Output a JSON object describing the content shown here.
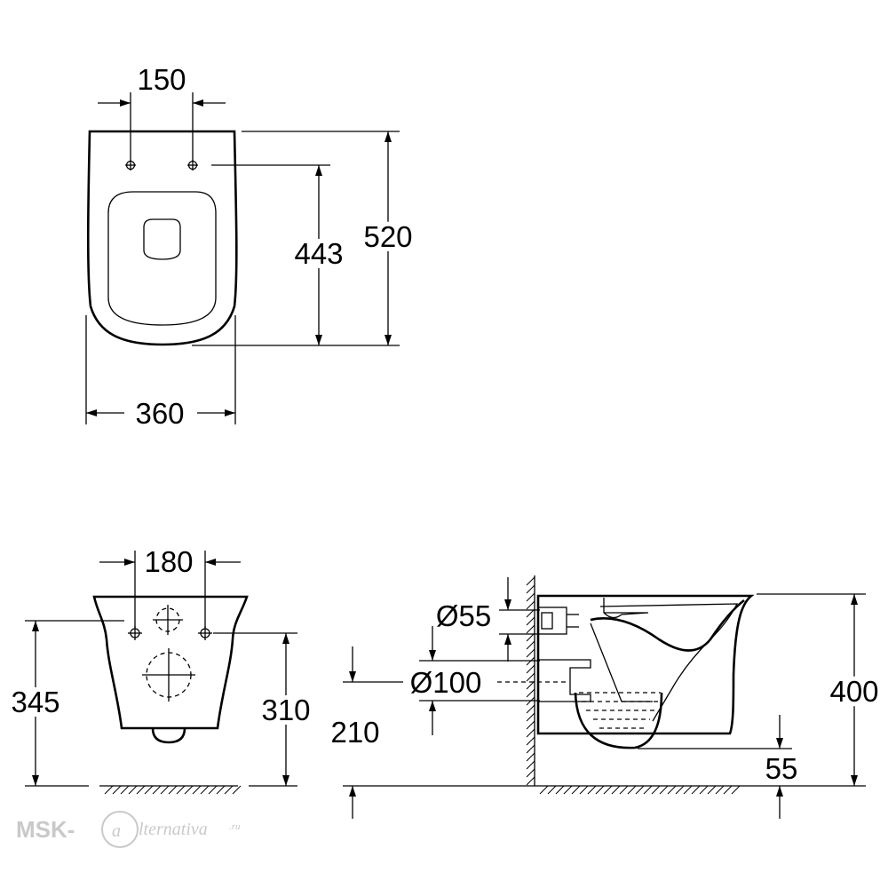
{
  "top_view": {
    "dim_bolt_spacing": "150",
    "dim_bolt_to_front": "443",
    "dim_length": "520",
    "dim_width": "360"
  },
  "back_view": {
    "dim_bolt_spacing": "180",
    "dim_height_total": "345",
    "dim_bolt_height": "310"
  },
  "side_view": {
    "dim_inlet": "Ø55",
    "dim_outlet": "Ø100",
    "dim_outlet_height": "210",
    "dim_height": "400",
    "dim_bowl_offset": "55"
  },
  "watermark": {
    "prefix": "MSK-",
    "suffix": "lternativa",
    "domain": ".ru"
  }
}
